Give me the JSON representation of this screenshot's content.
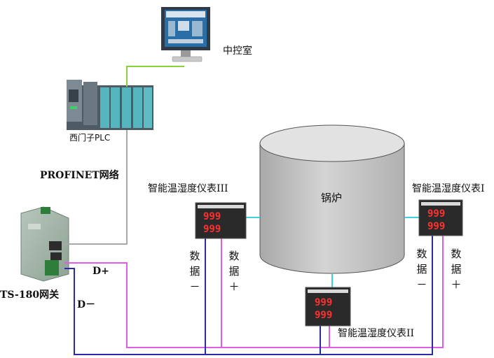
{
  "labels": {
    "control_room": "中控室",
    "plc": "西门子PLC",
    "network": "PROFINET网络",
    "gateway": "TS-180网关",
    "boiler": "锅炉",
    "meter_3": "智能温湿度仪表III",
    "meter_1": "智能温湿度仪表I",
    "meter_2": "智能温湿度仪表II",
    "d_plus": "D+",
    "d_minus": "D－"
  },
  "data_line": {
    "char1": "数",
    "char2": "据",
    "minus": "－",
    "plus": "＋"
  },
  "meter_display": {
    "row1": "999",
    "row2": "999"
  },
  "colors": {
    "rs485_plus": "#e05ee6",
    "rs485_minus": "#2a2aa8",
    "profinet": "#a8a8a8",
    "monitor_link": "#8ad23a",
    "meter_link": "#3cd2e0",
    "led_digits": "#ff3030"
  }
}
